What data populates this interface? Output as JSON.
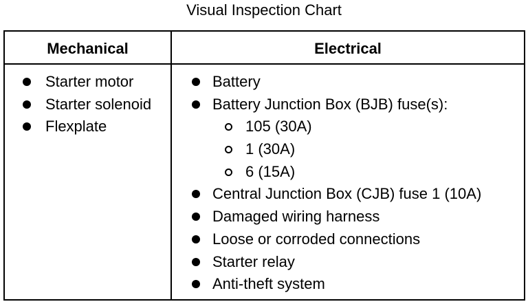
{
  "title": "Visual Inspection Chart",
  "columns": {
    "mechanical": {
      "header": "Mechanical",
      "items": [
        "Starter motor",
        "Starter solenoid",
        "Flexplate"
      ]
    },
    "electrical": {
      "header": "Electrical",
      "items": [
        {
          "text": "Battery",
          "level": 1
        },
        {
          "text": "Battery Junction Box (BJB) fuse(s):",
          "level": 1
        },
        {
          "text": "105 (30A)",
          "level": 2
        },
        {
          "text": "1 (30A)",
          "level": 2
        },
        {
          "text": "6 (15A)",
          "level": 2
        },
        {
          "text": "Central Junction Box (CJB) fuse 1 (10A)",
          "level": 1
        },
        {
          "text": "Damaged wiring harness",
          "level": 1
        },
        {
          "text": "Loose or corroded connections",
          "level": 1
        },
        {
          "text": "Starter relay",
          "level": 1
        },
        {
          "text": "Anti-theft system",
          "level": 1
        }
      ]
    }
  }
}
